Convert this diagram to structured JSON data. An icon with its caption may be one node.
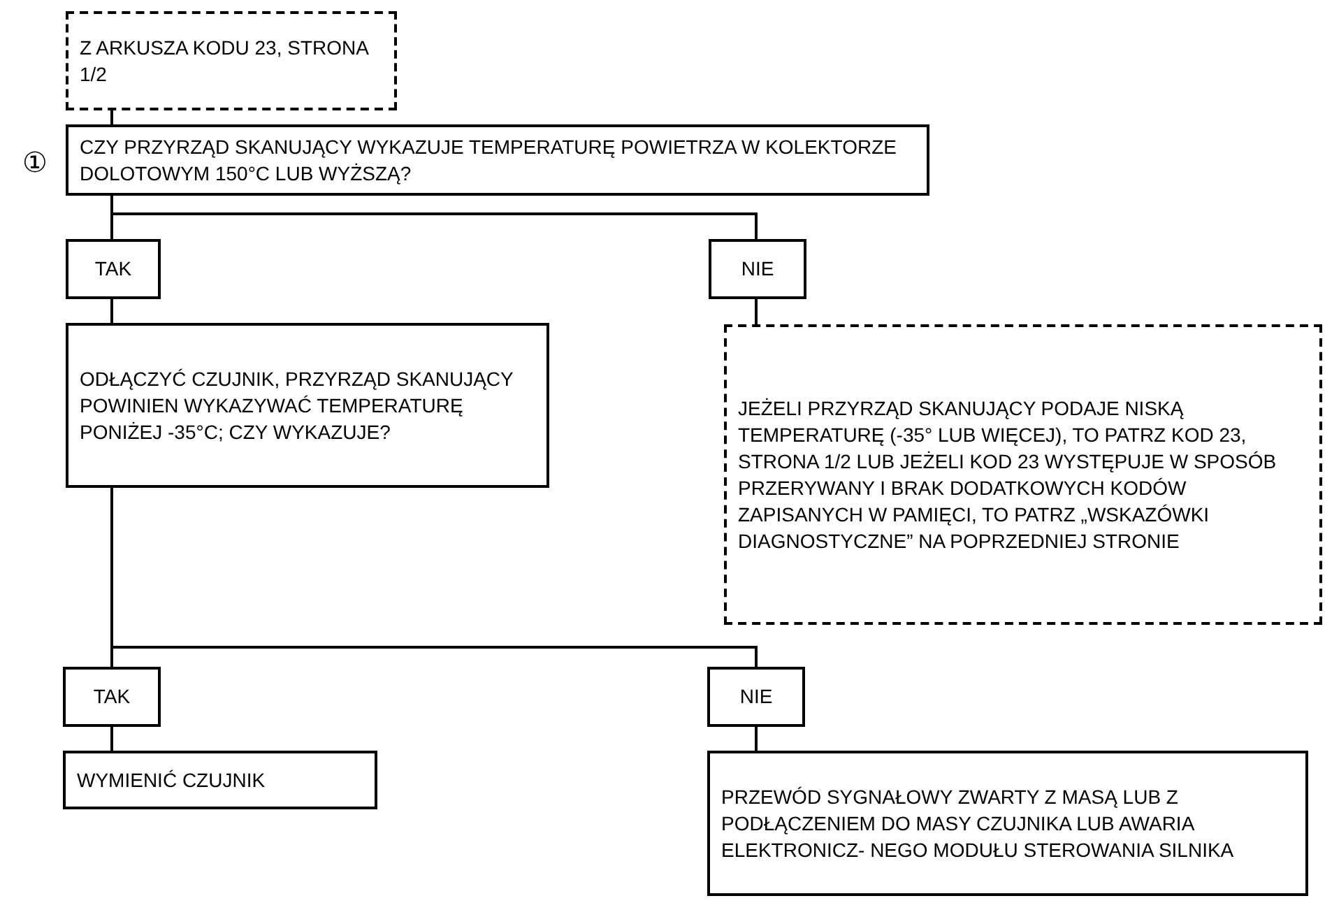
{
  "diagram": {
    "nodes": [
      {
        "text": [
          "Z ARKUSZA KODU 23, STRONA 1/2"
        ]
      },
      {
        "text": [
          "CZY PRZYRZĄD SKANUJĄCY WYKAZUJE TEMPERATURĘ POWIETRZA W KOLEKTORZE DOLOTOWYM 150°C LUB WYŻSZĄ?"
        ],
        "beside": [
          "①"
        ]
      },
      {
        "text": [
          "TAK"
        ]
      },
      {
        "text": [
          "ODŁĄCZYĆ CZUJNIK, PRZYRZĄD SKANUJĄCY POWINIEN WYKAZYWAĆ TEMPERATURĘ PONIŻEJ -35°C; CZY WYKAZUJE?"
        ]
      },
      {
        "text": [
          "NIE"
        ]
      },
      {
        "text": [
          "JEŻELI PRZYRZĄD SKANUJĄCY PODAJE NISKĄ TEMPERATURĘ (-35° LUB WIĘCEJ), TO PATRZ KOD 23, STRONA 1/2 LUB JEŻELI KOD 23 WYSTĘPUJE W SPOSÓB PRZERYWANY I BRAK DODATKOWYCH KODÓW ZAPISANYCH W PAMIĘCI, TO PATRZ „WSKAZÓWKI DIAGNOSTYCZNE” NA POPRZEDNIEJ STRONIE"
        ]
      },
      {
        "text": [
          "TAK"
        ]
      },
      {
        "text": [
          "WYMIENIĆ CZUJNIK"
        ]
      },
      {
        "text": [
          "NIE"
        ]
      },
      {
        "text": [
          "PRZEWÓD SYGNAŁOWY ZWARTY Z MASĄ LUB Z PODŁĄCZENIEM DO MASY CZUJNIKA LUB AWARIA ELEKTRONICZ- NEGO MODUŁU STEROWANIA SILNIKA"
        ]
      }
    ],
    "edges": [
      {
        "from": 0,
        "to": 1,
        "arrow": "none"
      },
      {
        "from": 1,
        "to": 2,
        "arrow": "none"
      },
      {
        "from": 1,
        "to": 4,
        "arrow": "none"
      },
      {
        "from": 2,
        "to": 3,
        "arrow": "none"
      },
      {
        "from": 4,
        "to": 5,
        "arrow": "none"
      },
      {
        "from": 3,
        "to": 6,
        "arrow": "none"
      },
      {
        "from": 3,
        "to": 8,
        "arrow": "none"
      },
      {
        "from": 6,
        "to": 7,
        "arrow": "none"
      },
      {
        "from": 8,
        "to": 9,
        "arrow": "none"
      }
    ]
  }
}
